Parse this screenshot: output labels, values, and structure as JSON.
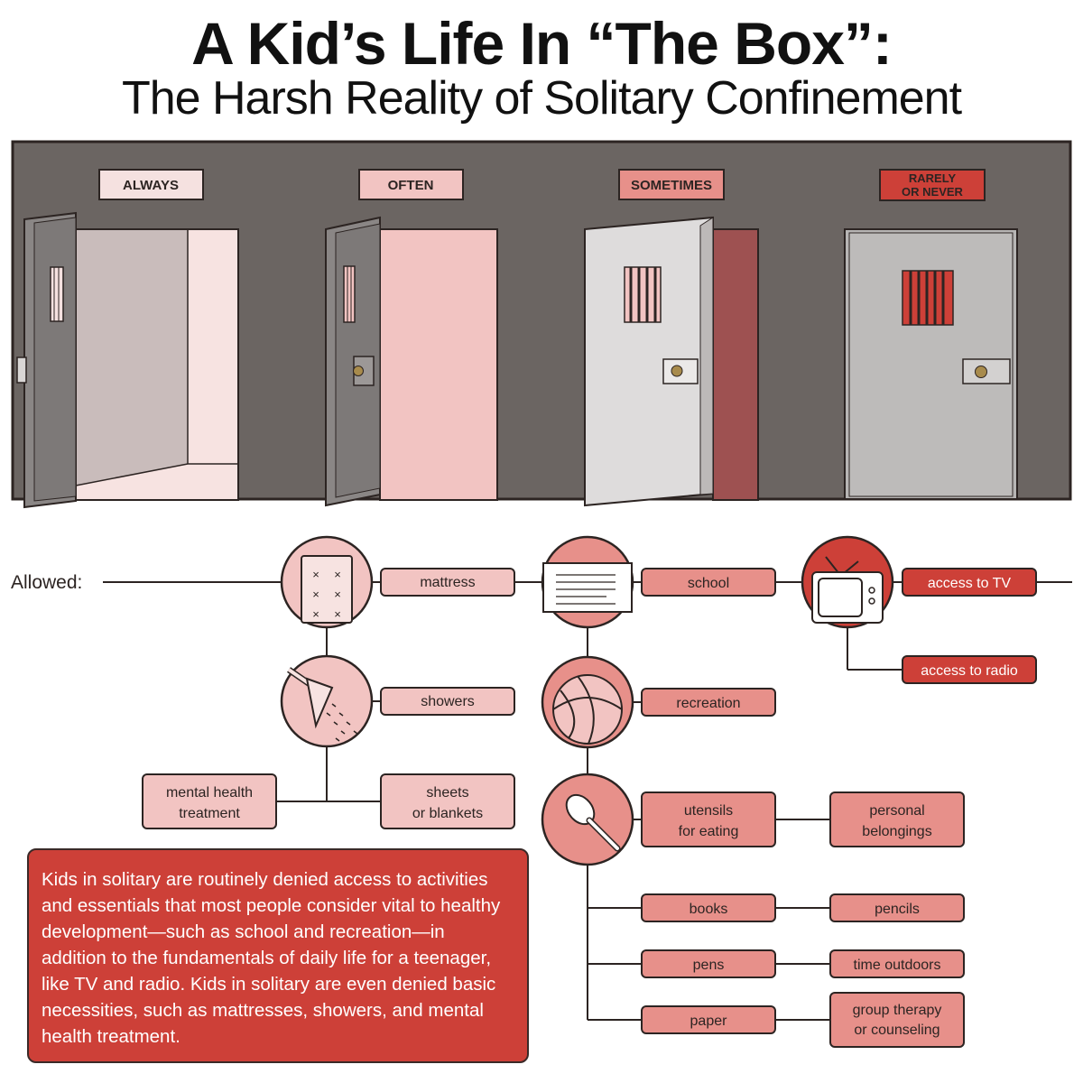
{
  "title": "A Kid’s Life In “The Box”:",
  "subtitle": "The Harsh Reality of Solitary Confinement",
  "doors": [
    {
      "label": "ALWAYS"
    },
    {
      "label": "OFTEN"
    },
    {
      "label": "SOMETIMES"
    },
    {
      "label_line1": "RARELY",
      "label_line2": "OR NEVER"
    }
  ],
  "allowed_label": "Allowed:",
  "items": {
    "mattress": "mattress",
    "showers": "showers",
    "mental_health_1": "mental health",
    "mental_health_2": "treatment",
    "sheets_1": "sheets",
    "sheets_2": "or blankets",
    "school": "school",
    "recreation": "recreation",
    "utensils_1": "utensils",
    "utensils_2": "for eating",
    "personal_1": "personal",
    "personal_2": "belongings",
    "books": "books",
    "pencils": "pencils",
    "pens": "pens",
    "time_outdoors": "time outdoors",
    "paper": "paper",
    "group_1": "group therapy",
    "group_2": "or counseling",
    "tv": "access to TV",
    "radio": "access to radio"
  },
  "note": "Kids in solitary are routinely denied access to activities and essentials that most people consider vital to healthy development—such as school and recreation—in addition to the fundamentals of daily life for a teenager, like TV and radio. Kids in solitary are even denied basic necessities, such as mattresses, showers, and mental health treatment.",
  "colors": {
    "wall": "#6b6562",
    "always": "#f5e1e0",
    "often": "#f2c4c2",
    "sometimes": "#e7908a",
    "rarely": "#cd4038",
    "outline": "#2c2422"
  }
}
